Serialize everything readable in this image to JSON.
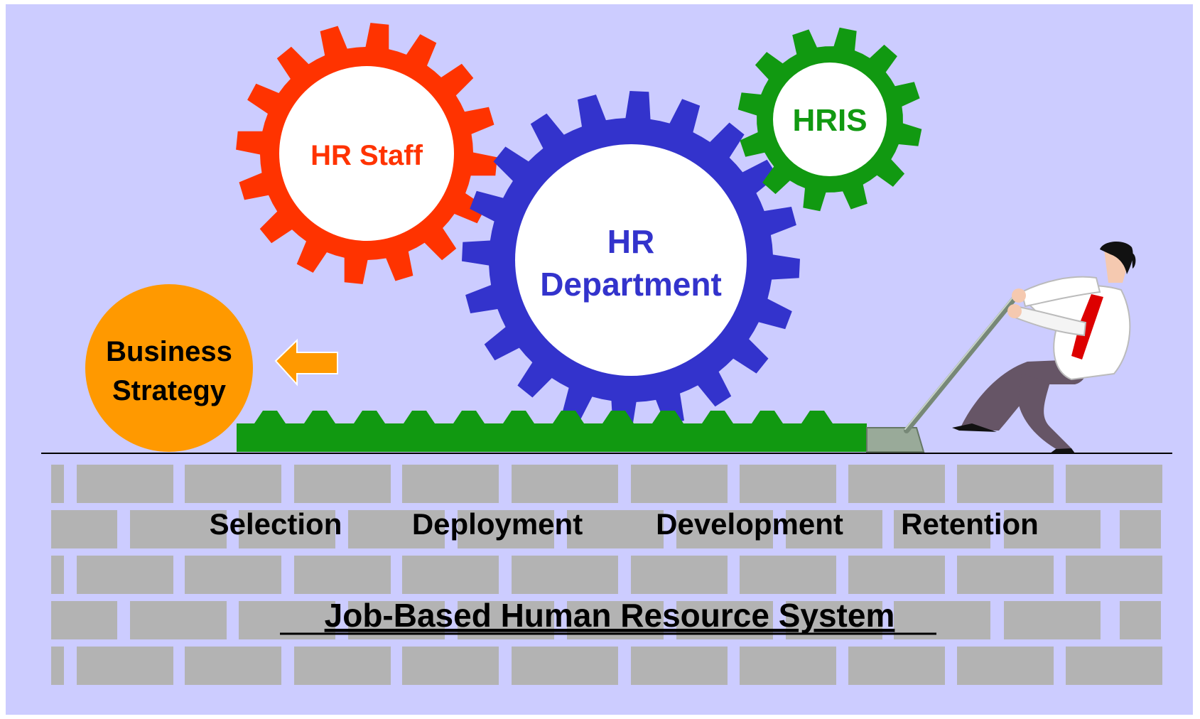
{
  "gears": {
    "hr_staff": {
      "label": "HR Staff",
      "color": "#ff3300"
    },
    "hr_department": {
      "line1": "HR",
      "line2": "Department",
      "color": "#3333cc"
    },
    "hris": {
      "label": "HRIS",
      "color": "#119911"
    }
  },
  "business_strategy": {
    "line1": "Business",
    "line2": "Strategy",
    "color": "#ff9900"
  },
  "arrow": {
    "color": "#ff9900"
  },
  "rack": {
    "color": "#119911"
  },
  "wall": {
    "color": "#b3b3b3",
    "functions": [
      "Selection",
      "Deployment",
      "Development",
      "Retention"
    ],
    "foundation_label": "Job-Based Human Resource System"
  },
  "colors": {
    "background": "#ccccff",
    "text_dark": "#000000"
  }
}
